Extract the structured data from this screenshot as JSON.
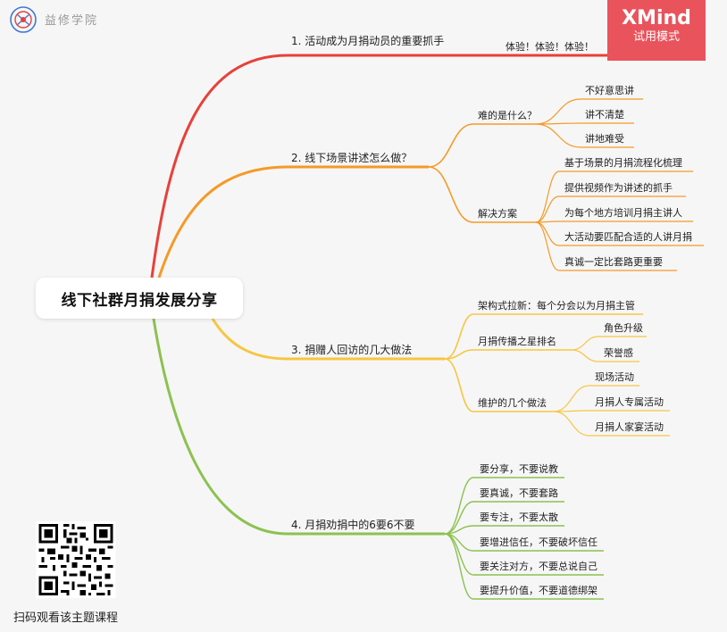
{
  "brand": {
    "logo_text": "益修学院"
  },
  "watermark": {
    "title": "XMind",
    "subtitle": "试用模式"
  },
  "root": {
    "label": "线下社群月捐发展分享"
  },
  "branches": [
    {
      "label": "1. 活动成为月捐动员的重要抓手",
      "children": [
        {
          "label": "体验！体验！体验！"
        }
      ]
    },
    {
      "label": "2. 线下场景讲述怎么做？",
      "children": [
        {
          "label": "难的是什么？",
          "children": [
            {
              "label": "不好意思讲"
            },
            {
              "label": "讲不清楚"
            },
            {
              "label": "讲地难受"
            }
          ]
        },
        {
          "label": "解决方案",
          "children": [
            {
              "label": "基于场景的月捐流程化梳理"
            },
            {
              "label": "提供视频作为讲述的抓手"
            },
            {
              "label": "为每个地方培训月捐主讲人"
            },
            {
              "label": "大活动要匹配合适的人讲月捐"
            },
            {
              "label": "真诚一定比套路更重要"
            }
          ]
        }
      ]
    },
    {
      "label": "3. 捐赠人回访的几大做法",
      "children": [
        {
          "label": "架构式拉新：每个分会以为月捐主管"
        },
        {
          "label": "月捐传播之星排名",
          "children": [
            {
              "label": "角色升级"
            },
            {
              "label": "荣誉感"
            }
          ]
        },
        {
          "label": "维护的几个做法",
          "children": [
            {
              "label": "现场活动"
            },
            {
              "label": "月捐人专属活动"
            },
            {
              "label": "月捐人家宴活动"
            }
          ]
        }
      ]
    },
    {
      "label": "4. 月捐劝捐中的6要6不要",
      "children": [
        {
          "label": "要分享，不要说教"
        },
        {
          "label": "要真诚，不要套路"
        },
        {
          "label": "要专注，不要太散"
        },
        {
          "label": "要增进信任，不要破坏信任"
        },
        {
          "label": "要关注对方，不要总说自己"
        },
        {
          "label": "要提升价值，不要道德绑架"
        }
      ]
    }
  ],
  "colors": {
    "b1": "#e8403a",
    "b2": "#f59a26",
    "b3": "#f7c640",
    "b4": "#8cc151"
  },
  "qr": {
    "caption": "扫码观看该主题课程"
  }
}
